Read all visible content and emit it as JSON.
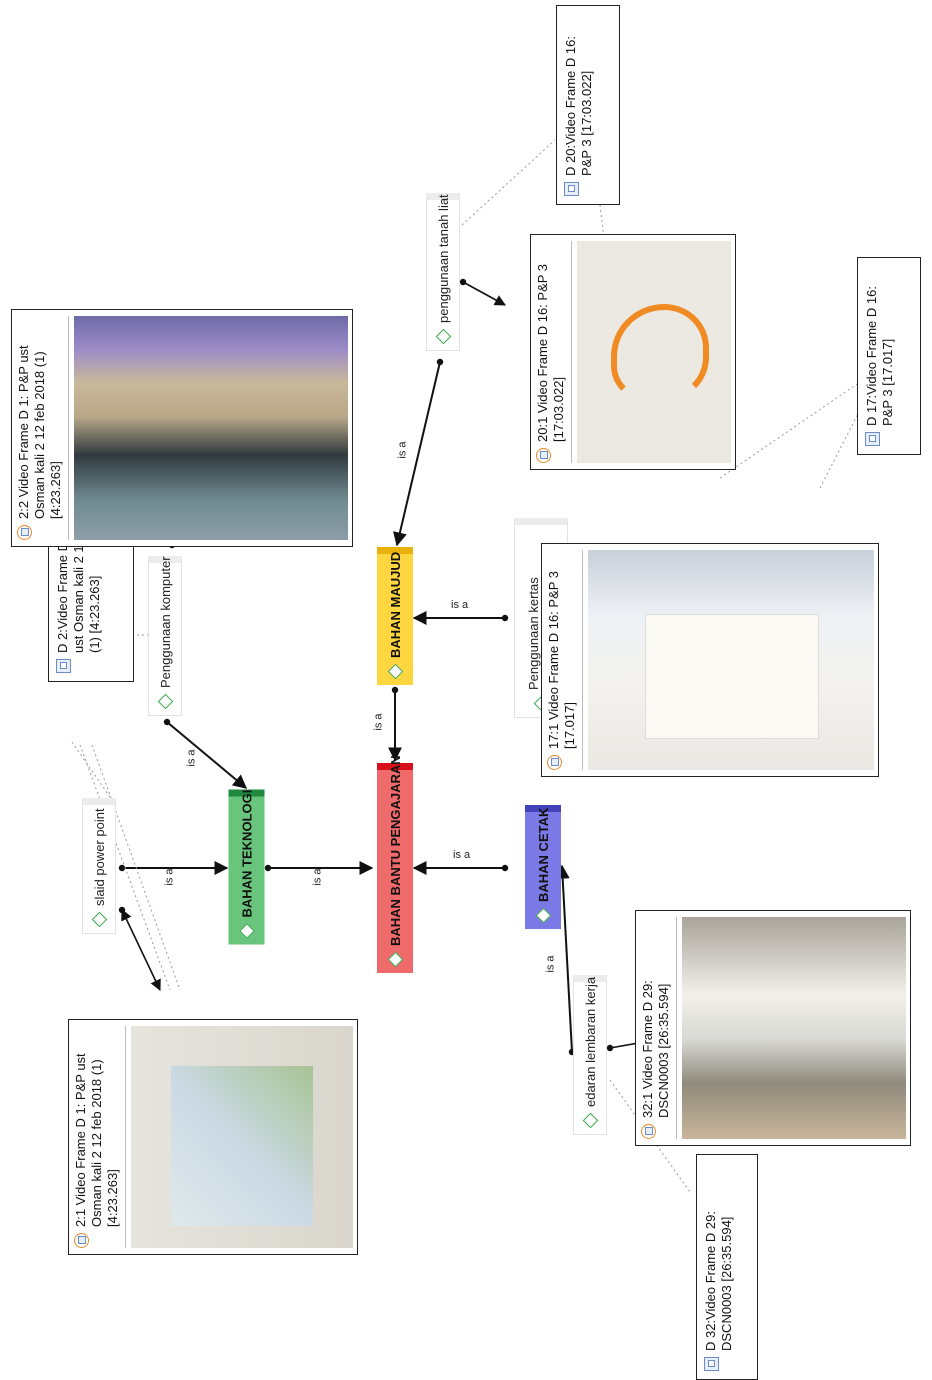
{
  "concepts": {
    "main": "BAHAN BANTU PENGAJARAN",
    "teknologi": "BAHAN TEKNOLOGI",
    "maujud": "BAHAN MAUJUD",
    "cetak": "BAHAN CETAK",
    "komputer": "Penggunaan komputer",
    "slaid": "slaid power point",
    "tanah_liat": "penggunaan tanah liat",
    "mahjong": "Penggunaan kertas mahjong / sebak",
    "lembaran": "edaran lembaran kerja"
  },
  "relations": {
    "is_a": "is a"
  },
  "memos": {
    "d2": "D 2:Video Frame D 1: P&P ust Osman kali 2 12 feb 2018 (1) [4:23.263]",
    "d20": "D 20:Video Frame D 16: P&P 3 [17:03.022]",
    "d17": "D 17:Video Frame D 16: P&P 3 [17.017]",
    "d32": "D 32:Video Frame D 29: DSCN0003 [26:35.594]"
  },
  "frames": {
    "f22": "2:2 Video Frame D 1: P&P ust Osman kali 2 12 feb 2018 (1) [4:23.263]",
    "f21": "2:1 Video Frame D 1: P&P ust Osman kali 2 12 feb 2018 (1) [4:23.263]",
    "f201": "20:1 Video Frame D 16: P&P 3 [17:03.022]",
    "f171": "17:1 Video Frame D 16: P&P 3 [17.017]",
    "f321": "32:1 Video Frame D 29: DSCN0003 [26:35.594]"
  },
  "colors": {
    "main": "#ef6b6b",
    "teknologi": "#69c47c",
    "maujud": "#ffd640",
    "cetak": "#7b79e6"
  }
}
